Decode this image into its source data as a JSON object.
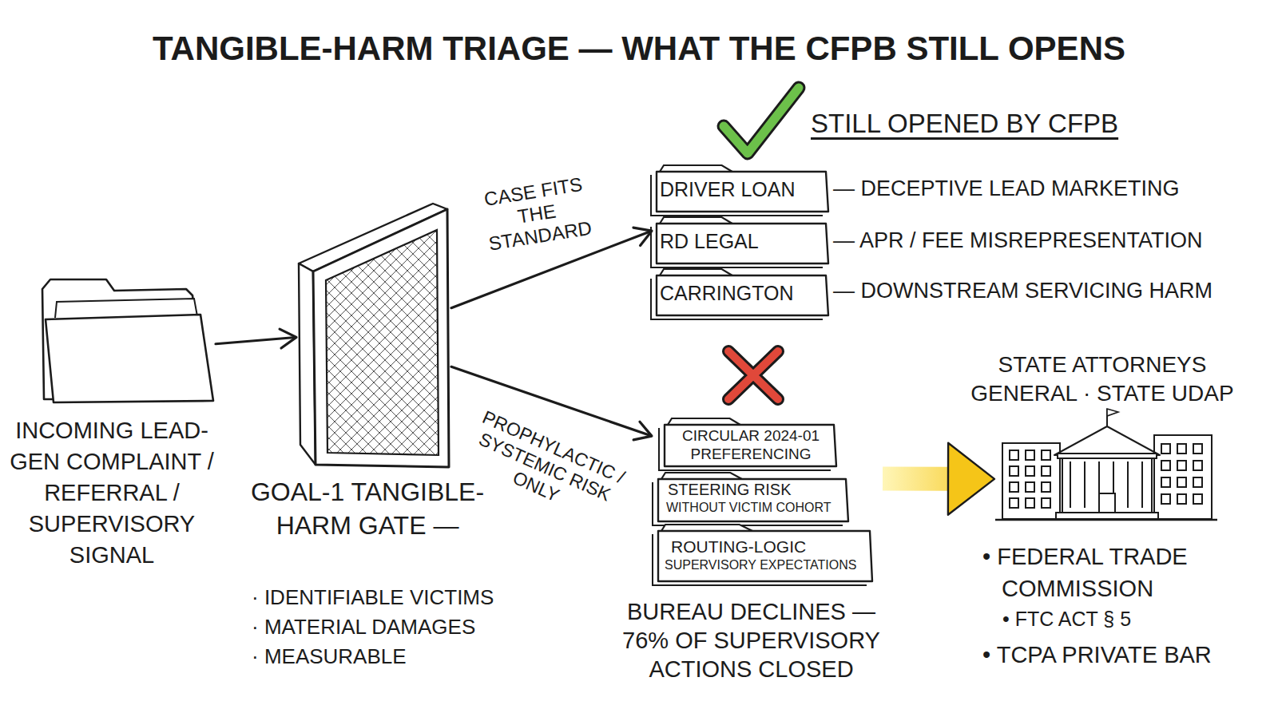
{
  "diagram": {
    "title": "TANGIBLE-HARM TRIAGE — WHAT THE CFPB STILL OPENS",
    "nodes": [
      {
        "text": [
          "INCOMING LEAD-GEN COMPLAINT / REFERRAL / SUPERVISORY SIGNAL"
        ]
      },
      {
        "text": [
          "GOAL-1 TANGIBLE-HARM GATE —",
          "· IDENTIFIABLE VICTIMS",
          "· MATERIAL DAMAGES",
          "· MEASURABLE"
        ]
      },
      {
        "text": [
          "STILL OPENED BY CFPB"
        ]
      },
      {
        "text": [
          "DRIVER LOAN",
          "— DECEPTIVE LEAD MARKETING"
        ],
        "in": 2
      },
      {
        "text": [
          "RD LEGAL",
          "— APR / FEE MISREPRESENTATION"
        ],
        "in": 2
      },
      {
        "text": [
          "CARRINGTON",
          "— DOWNSTREAM SERVICING HARM"
        ],
        "in": 2
      },
      {
        "text": [
          "BUREAU DECLINES — 76% OF SUPERVISORY ACTIONS CLOSED"
        ]
      },
      {
        "text": [
          "CIRCULAR 2024-01 PREFERENCING"
        ],
        "in": 6
      },
      {
        "text": [
          "STEERING RISK",
          "WITHOUT VICTIM COHORT"
        ],
        "in": 6
      },
      {
        "text": [
          "ROUTING-LOGIC",
          "SUPERVISORY EXPECTATIONS"
        ],
        "in": 6
      },
      {
        "text": [
          "STATE ATTORNEYS GENERAL · STATE UDAP",
          "• FEDERAL TRADE COMMISSION",
          "• FTC ACT § 5",
          "• TCPA PRIVATE BAR"
        ]
      }
    ],
    "edges": [
      {
        "from": 0,
        "to": 1,
        "arrow": "to"
      },
      {
        "from": 1,
        "to": 2,
        "label": "CASE FITS THE STANDARD",
        "arrow": "to"
      },
      {
        "from": 1,
        "to": 6,
        "label": "PROPHYLACTIC / SYSTEMIC RISK ONLY",
        "arrow": "to"
      },
      {
        "from": 6,
        "to": 10,
        "arrow": "to"
      }
    ]
  }
}
